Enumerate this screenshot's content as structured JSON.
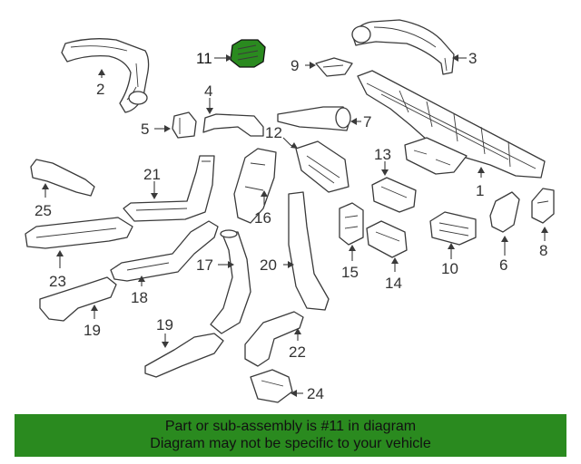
{
  "diagram": {
    "callouts": [
      {
        "id": "1",
        "label": "1"
      },
      {
        "id": "2",
        "label": "2"
      },
      {
        "id": "3",
        "label": "3"
      },
      {
        "id": "4",
        "label": "4"
      },
      {
        "id": "5",
        "label": "5"
      },
      {
        "id": "6",
        "label": "6"
      },
      {
        "id": "7",
        "label": "7"
      },
      {
        "id": "8",
        "label": "8"
      },
      {
        "id": "9",
        "label": "9"
      },
      {
        "id": "10",
        "label": "10"
      },
      {
        "id": "11",
        "label": "11"
      },
      {
        "id": "12",
        "label": "12"
      },
      {
        "id": "13",
        "label": "13"
      },
      {
        "id": "14",
        "label": "14"
      },
      {
        "id": "15",
        "label": "15"
      },
      {
        "id": "16",
        "label": "16"
      },
      {
        "id": "17",
        "label": "17"
      },
      {
        "id": "18",
        "label": "18"
      },
      {
        "id": "19a",
        "label": "19"
      },
      {
        "id": "19b",
        "label": "19"
      },
      {
        "id": "20",
        "label": "20"
      },
      {
        "id": "21",
        "label": "21"
      },
      {
        "id": "22",
        "label": "22"
      },
      {
        "id": "23",
        "label": "23"
      },
      {
        "id": "24",
        "label": "24"
      },
      {
        "id": "25",
        "label": "25"
      }
    ],
    "highlight_part": "11",
    "highlight_color": "#2a8a1f"
  },
  "banner": {
    "line1": "Part or sub-assembly is #11 in diagram",
    "line2": "Diagram may not be specific to your vehicle",
    "background": "#2a8a1f",
    "text_color": "#111111"
  }
}
